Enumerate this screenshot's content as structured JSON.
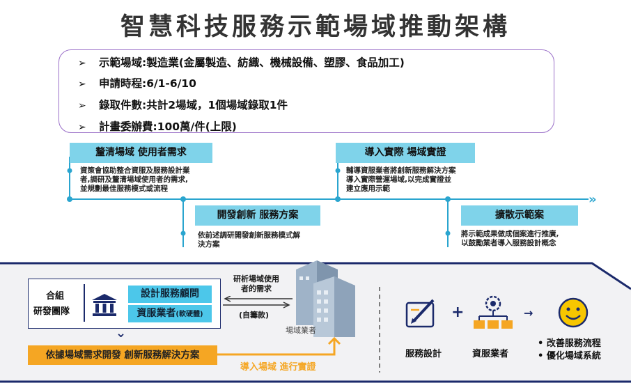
{
  "title": "智慧科技服務示範場域推動架構",
  "info": {
    "rows": [
      "示範場域:製造業(金屬製造、紡織、機械設備、塑膠、食品加工)",
      "申請時程:6/1-6/10",
      "錄取件數:共計2場域，1個場域錄取1件",
      "計畫委辦費:100萬/件(上限)"
    ]
  },
  "timeline": {
    "steps": [
      {
        "title": "釐清場域  使用者需求",
        "desc": [
          "資策會協助整合資服及服務設計業",
          "者,調研及釐清場域使用者的需求,",
          "並規劃最佳服務模式或流程"
        ]
      },
      {
        "title": "開發創新 服務方案",
        "desc": [
          "依前述調研開發創新服務模式解",
          "決方案"
        ]
      },
      {
        "title": "導入實際 場域實證",
        "desc": [
          "輔導資服業者將創新服務解決方案",
          "導入實際營運場域,以完成實證並",
          "建立應用示範"
        ]
      },
      {
        "title": "擴散示範案",
        "desc": [
          "將示範成果做成個案進行推廣,",
          "以鼓勵業者導入服務設計概念"
        ]
      }
    ]
  },
  "bottom": {
    "team_label_1": "合組",
    "team_label_2": "研發團隊",
    "design_consultant": "設計服務顧問",
    "it_vendor": "資服業者",
    "it_vendor_note": "(軟硬體)",
    "develop_label": "依據場域需求開發  創新服務解決方案",
    "research_label_1": "研析場域使用",
    "research_label_2": "者的需求",
    "self_funded": "(自籌款)",
    "field_vendor": "場域業者",
    "import_label": "導入場域 進行實證",
    "service_design": "服務設計",
    "it_vendor_right": "資服業者",
    "outcomes": [
      "• 改善服務流程",
      "• 優化場域系統"
    ]
  },
  "colors": {
    "accent": "#4cc7ea",
    "orange": "#f5a623",
    "navy": "#1b2a6b",
    "timeline": "#2aa5cf",
    "purple": "#9a6fc8"
  }
}
